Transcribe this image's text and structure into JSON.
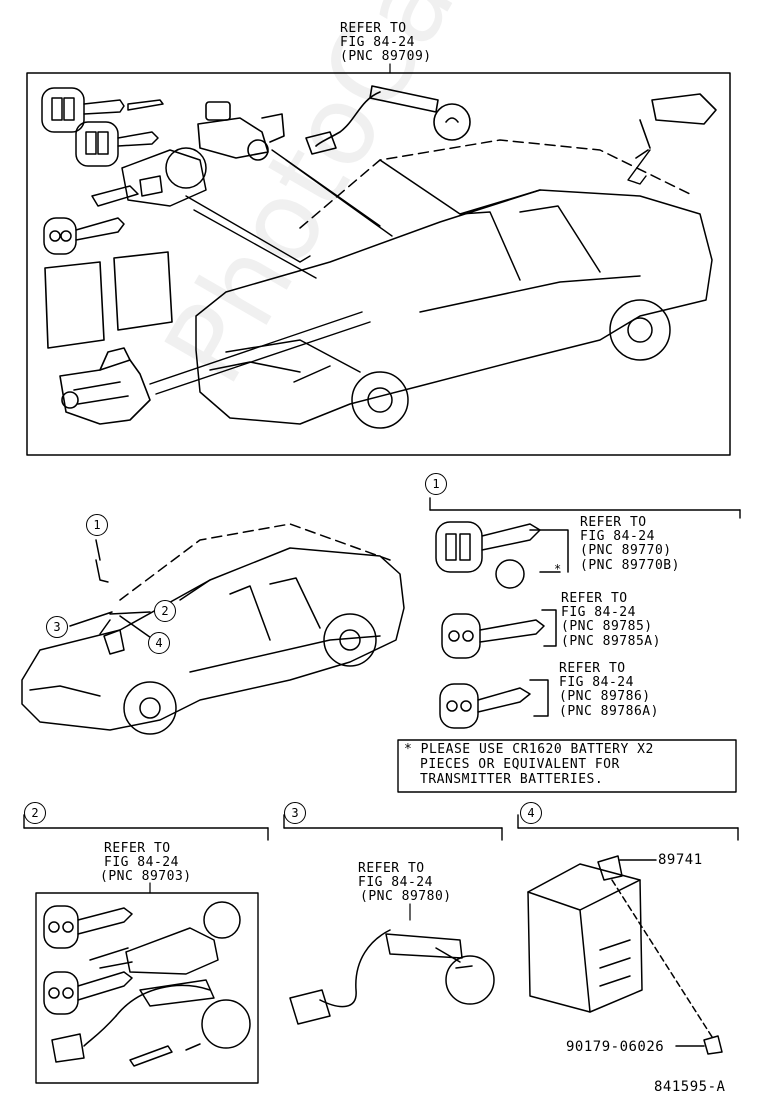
{
  "top_callout": {
    "line1": "REFER TO",
    "line2": "FIG 84-24",
    "line3": "(PNC 89709)"
  },
  "detail_1": {
    "number": "1",
    "group_a": {
      "line1": "REFER TO",
      "line2": "FIG 84-24",
      "line3": "(PNC 89770)",
      "line4": "(PNC 89770B)",
      "star": "*"
    },
    "group_b": {
      "line1": "REFER TO",
      "line2": "FIG 84-24",
      "line3": "(PNC 89785)",
      "line4": "(PNC 89785A)"
    },
    "group_c": {
      "line1": "REFER TO",
      "line2": "FIG 84-24",
      "line3": "(PNC 89786)",
      "line4": "(PNC 89786A)"
    },
    "note": {
      "line1": "* PLEASE USE CR1620 BATTERY X2",
      "line2": "PIECES OR EQUIVALENT FOR",
      "line3": "TRANSMITTER BATTERIES."
    }
  },
  "overview_callouts": [
    "1",
    "2",
    "3",
    "4"
  ],
  "detail_2": {
    "number": "2",
    "line1": "REFER TO",
    "line2": "FIG 84-24",
    "line3": "(PNC 89703)"
  },
  "detail_3": {
    "number": "3",
    "line1": "REFER TO",
    "line2": "FIG 84-24",
    "line3": "(PNC 89780)"
  },
  "detail_4": {
    "number": "4",
    "part_a": "89741",
    "part_b": "90179-06026"
  },
  "figure_id": "841595-A",
  "watermark": "PhotoCarMiner.ru"
}
